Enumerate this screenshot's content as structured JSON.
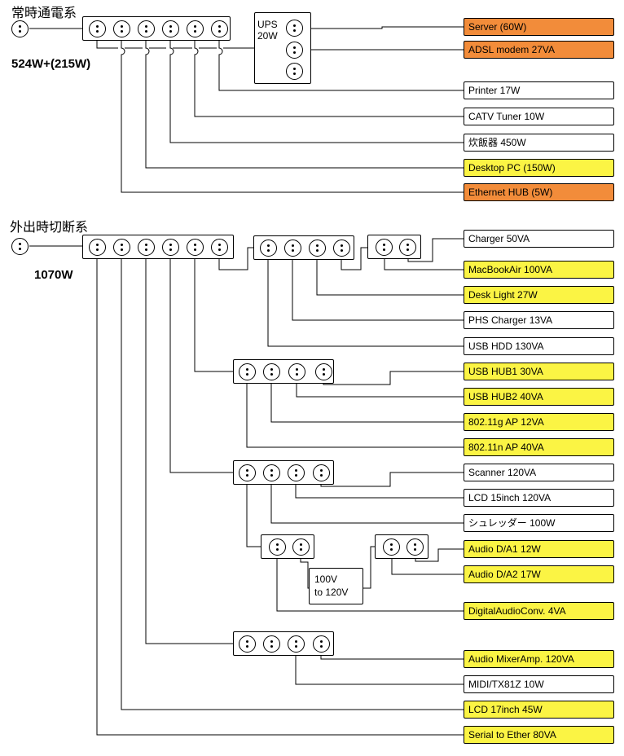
{
  "sections": [
    {
      "title": "常時通電系",
      "total": "524W+(215W)"
    },
    {
      "title": "外出時切断系",
      "total": "1070W"
    }
  ],
  "ups": {
    "label_line1": "UPS",
    "label_line2": "20W"
  },
  "converter": {
    "line1": "100V",
    "line2": "to 120V"
  },
  "colors": {
    "orange": "#f28c3a",
    "yellow": "#fbf444",
    "white": "#ffffff"
  },
  "devices": [
    {
      "label": "Server (60W)",
      "color": "orange"
    },
    {
      "label": "ADSL modem 27VA",
      "color": "orange"
    },
    {
      "label": "Printer 17W",
      "color": "white"
    },
    {
      "label": "CATV  Tuner 10W",
      "color": "white"
    },
    {
      "label": "炊飯器 450W",
      "color": "white"
    },
    {
      "label": "Desktop PC (150W)",
      "color": "yellow"
    },
    {
      "label": "Ethernet HUB (5W)",
      "color": "orange"
    },
    {
      "label": "Charger 50VA",
      "color": "white"
    },
    {
      "label": "MacBookAir 100VA",
      "color": "yellow"
    },
    {
      "label": "Desk Light 27W",
      "color": "yellow"
    },
    {
      "label": "PHS Charger 13VA",
      "color": "white"
    },
    {
      "label": "USB HDD 130VA",
      "color": "white"
    },
    {
      "label": "USB HUB1 30VA",
      "color": "yellow"
    },
    {
      "label": "USB HUB2 40VA",
      "color": "yellow"
    },
    {
      "label": "802.11g AP 12VA",
      "color": "yellow"
    },
    {
      "label": "802.11n AP 40VA",
      "color": "yellow"
    },
    {
      "label": "Scanner 120VA",
      "color": "white"
    },
    {
      "label": "LCD 15inch 120VA",
      "color": "white"
    },
    {
      "label": "シュレッダー 100W",
      "color": "white"
    },
    {
      "label": "Audio D/A1 12W",
      "color": "yellow"
    },
    {
      "label": "Audio D/A2 17W",
      "color": "yellow"
    },
    {
      "label": "DigitalAudioConv. 4VA",
      "color": "yellow"
    },
    {
      "label": "Audio MixerAmp. 120VA",
      "color": "yellow"
    },
    {
      "label": "MIDI/TX81Z 10W",
      "color": "white"
    },
    {
      "label": "LCD 17inch 45W",
      "color": "yellow"
    },
    {
      "label": "Serial to Ether 80VA",
      "color": "yellow"
    }
  ]
}
